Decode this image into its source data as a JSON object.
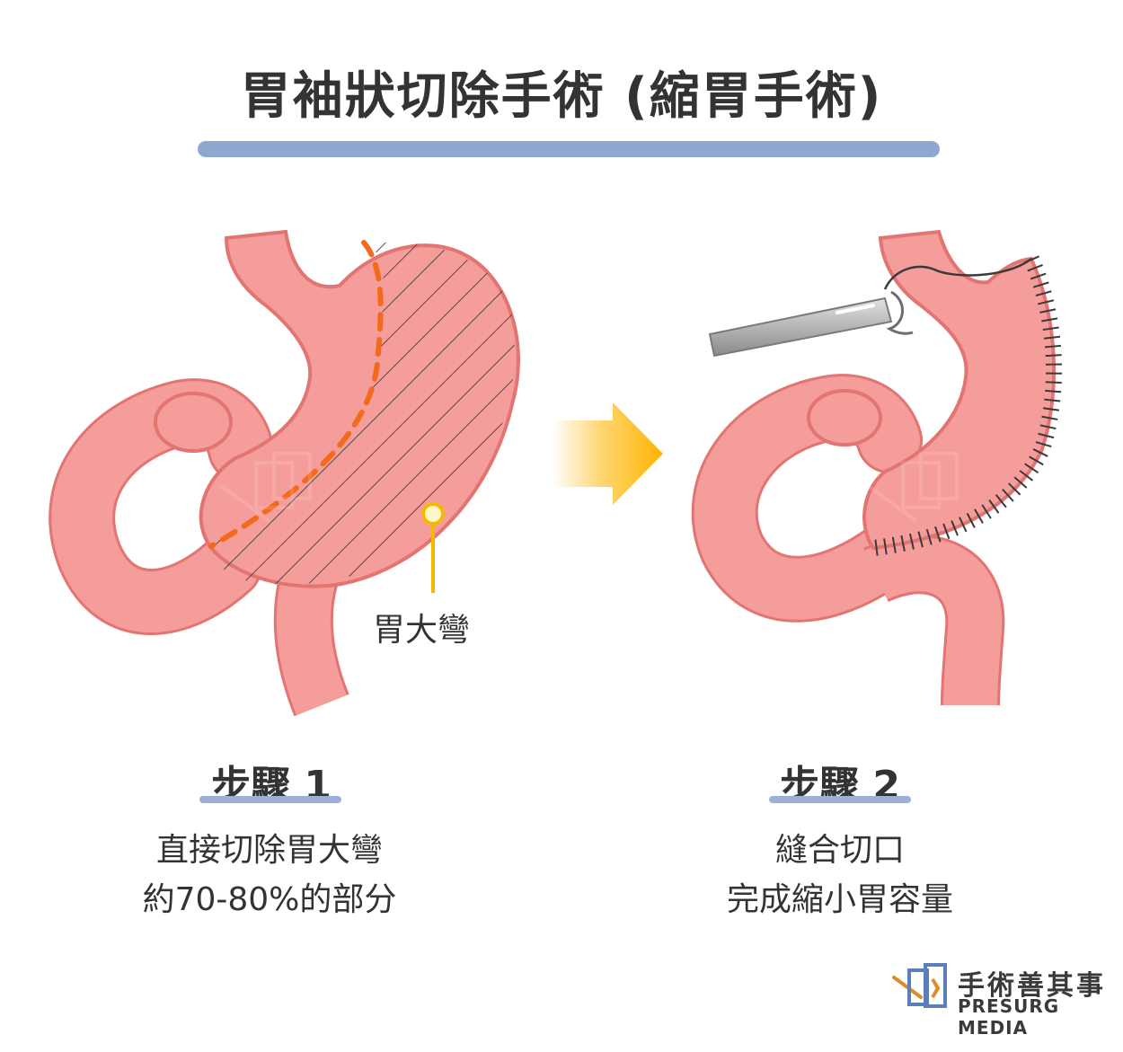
{
  "title": "胃袖狀切除手術 (縮胃手術)",
  "callout_label": "胃大彎",
  "steps": [
    {
      "title": "步驟 1",
      "desc_line1": "直接切除胃大彎",
      "desc_line2": "約70-80%的部分"
    },
    {
      "title": "步驟 2",
      "desc_line1": "縫合切口",
      "desc_line2": "完成縮小胃容量"
    }
  ],
  "brand": {
    "name_zh": "手術善其事",
    "name_en": "PRESURG MEDIA"
  },
  "colors": {
    "stomach_fill": "#f59d9b",
    "stomach_stroke": "#e27472",
    "cut_line": "#f26b1d",
    "arrow": "#ffb400",
    "title_bar": "#8ea8d0",
    "callout": "#f5b800"
  }
}
